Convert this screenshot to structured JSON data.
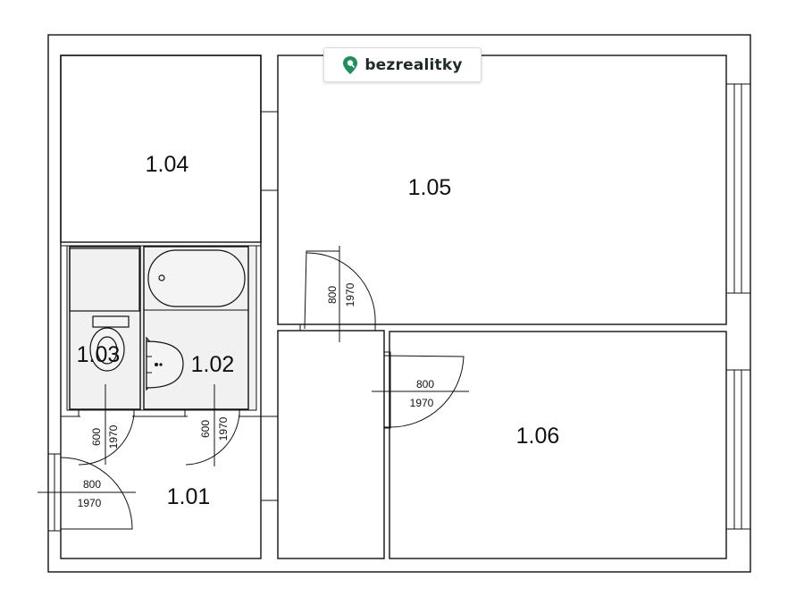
{
  "brand": {
    "name": "bezrealitky",
    "icon": "map-pin-icon",
    "accent_color": "#1d8f5c"
  },
  "rooms": {
    "r101": "1.01",
    "r102": "1.02",
    "r103": "1.03",
    "r104": "1.04",
    "r105": "1.05",
    "r106": "1.06"
  },
  "doors": {
    "d105": {
      "width": "800",
      "height": "1970"
    },
    "d106": {
      "width": "800",
      "height": "1970"
    },
    "d103": {
      "width": "600",
      "height": "1970"
    },
    "d102": {
      "width": "600",
      "height": "1970"
    },
    "d_entry": {
      "width": "800",
      "height": "1970"
    }
  }
}
